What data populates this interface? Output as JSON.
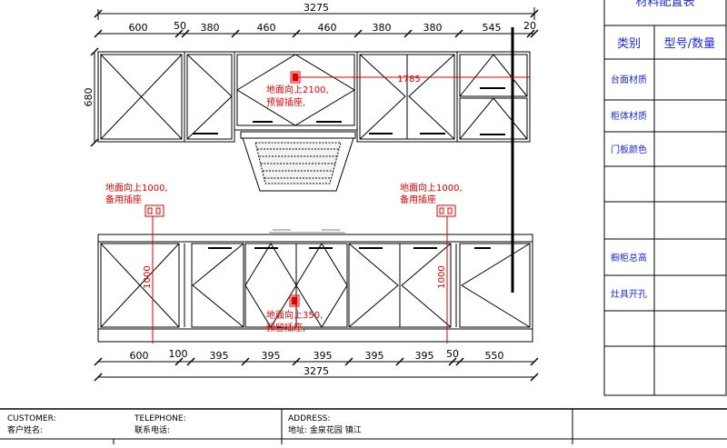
{
  "dimensions": {
    "top_total": "3275",
    "top_segments": [
      "600",
      "50",
      "380",
      "460",
      "460",
      "380",
      "380",
      "545",
      "20"
    ],
    "bottom_total": "3275",
    "bottom_segments": [
      "600",
      "100",
      "395",
      "395",
      "395",
      "395",
      "395",
      "50",
      "550"
    ],
    "upper_height": "680",
    "socket_height_left": "1000",
    "socket_height_right": "1000",
    "span_1785": "1785"
  },
  "notes": {
    "upper_line1": "地面向上2100,",
    "upper_line2": "预留插座,",
    "left_line1": "地面向上1000,",
    "left_line2": "备用插座",
    "right_line1": "地面向上1000,",
    "right_line2": "备用插座",
    "lower_line1": "地面向上350,",
    "lower_line2": "预留插座,"
  },
  "table": {
    "title": "材料配置表",
    "col1": "类别",
    "col2": "型号/数量",
    "rows": [
      "台面材质",
      "柜体材质",
      "门板颜色",
      "",
      "",
      "橱柜总高",
      "灶具开孔",
      "",
      ""
    ]
  },
  "title_block": {
    "customer_en": "CUSTOMER:",
    "customer_cn": "客户姓名:",
    "telephone_en": "TELEPHONE:",
    "telephone_cn": "联系电话:",
    "address_en": "ADDRESS:",
    "address_cn": "地址: 金泉花园    镇江"
  },
  "colors": {
    "line": "#000000",
    "note": "#e00000",
    "table_text": "#1a2bd6"
  }
}
